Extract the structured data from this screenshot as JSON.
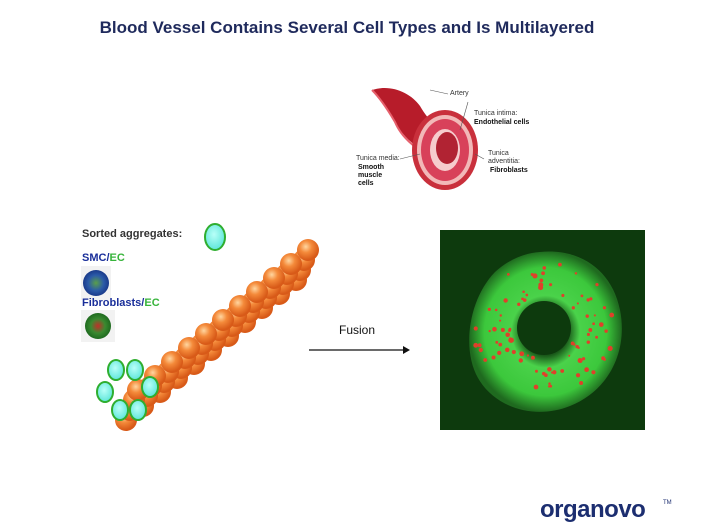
{
  "title": "Blood Vessel Contains Several Cell Types and Is Multilayered",
  "artery": {
    "label_artery": "Artery",
    "label_intima_1": "Tunica intima:",
    "label_intima_2": "Endothelial cells",
    "label_media_1": "Tunica media:",
    "label_media_2": "Smooth",
    "label_media_3": "muscle",
    "label_media_4": "cells",
    "label_adv_1": "Tunica",
    "label_adv_2": "adventitia:",
    "label_adv_3": "Fibroblasts"
  },
  "aggregates": {
    "title": "Sorted aggregates:",
    "smc_a": "SMC",
    "smc_sep": "/",
    "smc_b": "EC",
    "fib_a": "Fibroblasts",
    "fib_sep": "/",
    "fib_b": "EC"
  },
  "fusion_label": "Fusion",
  "logo": {
    "text": "organovo",
    "tm": "TM"
  },
  "colors": {
    "title": "#1f2a5c",
    "smc": "#1a2f9a",
    "ec": "#37b43b",
    "sphere": "#f0772a",
    "cell": "#7af0e6"
  }
}
